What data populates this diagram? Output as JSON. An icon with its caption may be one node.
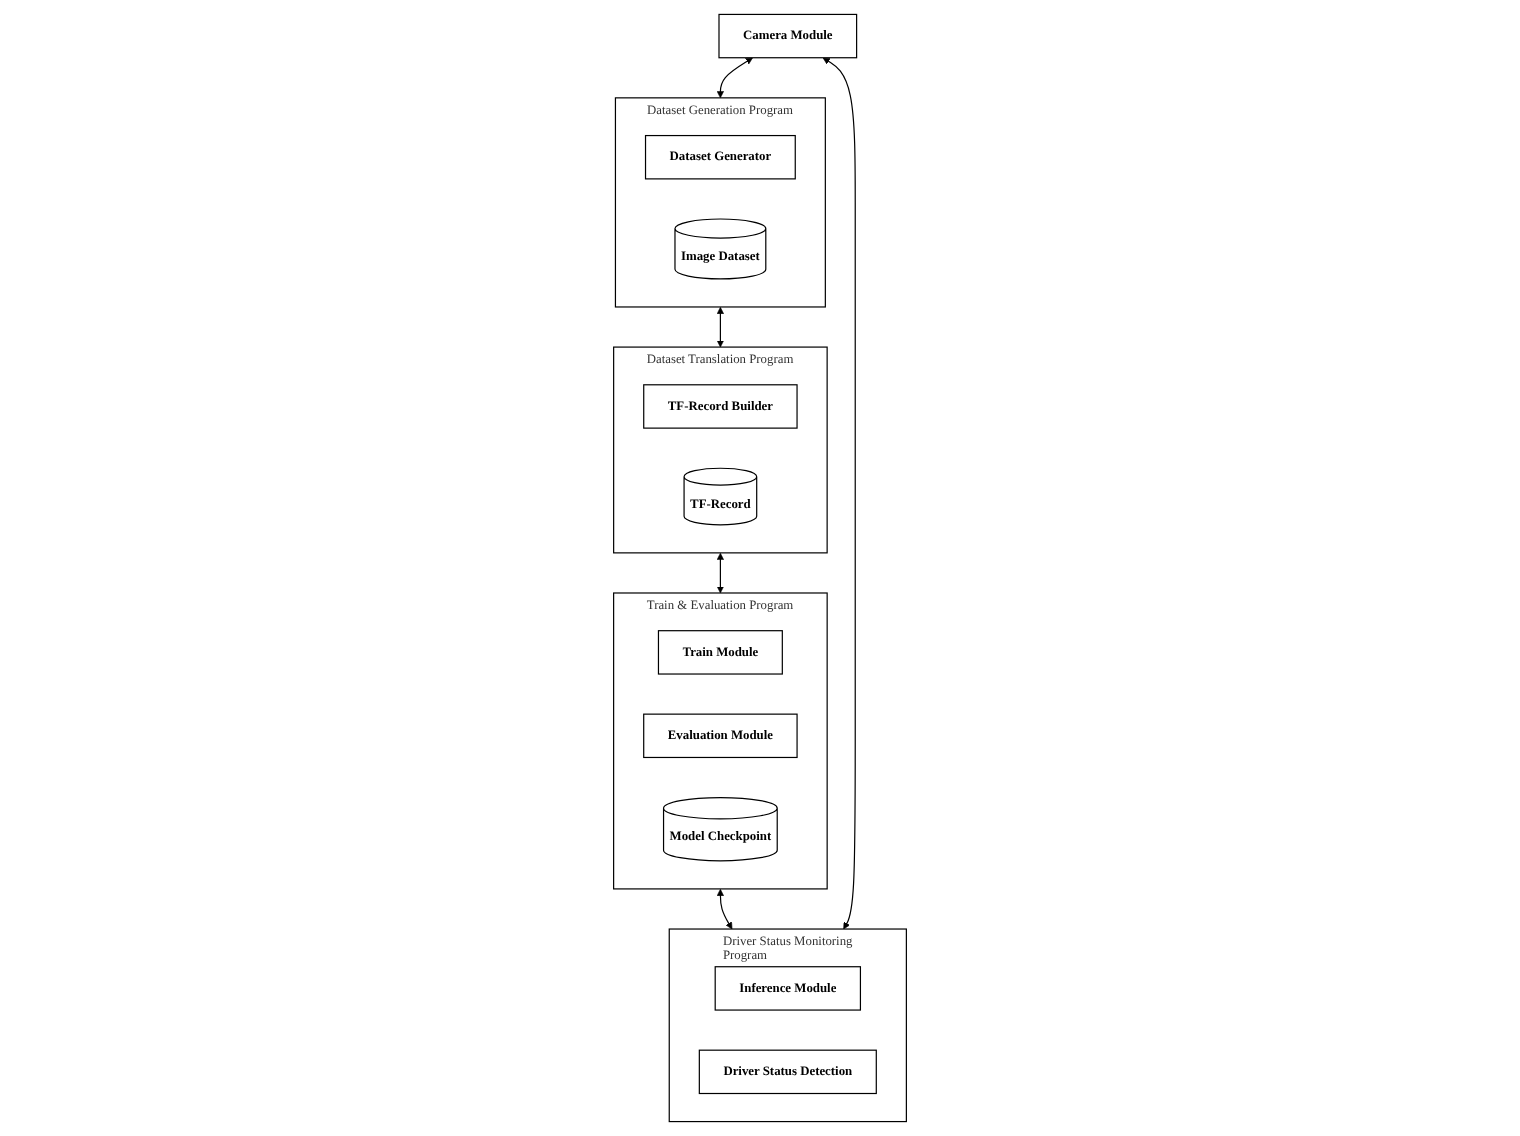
{
  "diagram": {
    "nodes": [
      {
        "text": [
          "Camera Module"
        ]
      },
      {
        "text": [
          "Dataset Generation Program"
        ]
      },
      {
        "text": [
          "Dataset Generator"
        ],
        "in": 1
      },
      {
        "text": [
          "Image Dataset"
        ],
        "in": 1
      },
      {
        "text": [
          "Train & Evaluation Program"
        ]
      },
      {
        "text": [
          "Train Module"
        ],
        "in": 4
      },
      {
        "text": [
          "Evaluation Module"
        ],
        "in": 4
      },
      {
        "text": [
          "Model Checkpoint"
        ],
        "in": 4
      },
      {
        "text": [
          "Dataset Translation Program"
        ]
      },
      {
        "text": [
          "TF-Record Builder"
        ],
        "in": 8
      },
      {
        "text": [
          "TF-Record"
        ],
        "in": 8
      },
      {
        "text": [
          "Driver Status Monitoring Program"
        ]
      },
      {
        "text": [
          "Inference Module"
        ],
        "in": 11
      },
      {
        "text": [
          "Driver Status Detection"
        ],
        "in": 11
      }
    ],
    "edges": [
      {
        "from": 0,
        "to": 1,
        "arrow": "both"
      },
      {
        "from": 1,
        "to": 8,
        "arrow": "both"
      },
      {
        "from": 8,
        "to": 4,
        "arrow": "both"
      },
      {
        "from": 4,
        "to": 11,
        "arrow": "both"
      },
      {
        "from": 0,
        "to": 11,
        "arrow": "both"
      }
    ]
  }
}
